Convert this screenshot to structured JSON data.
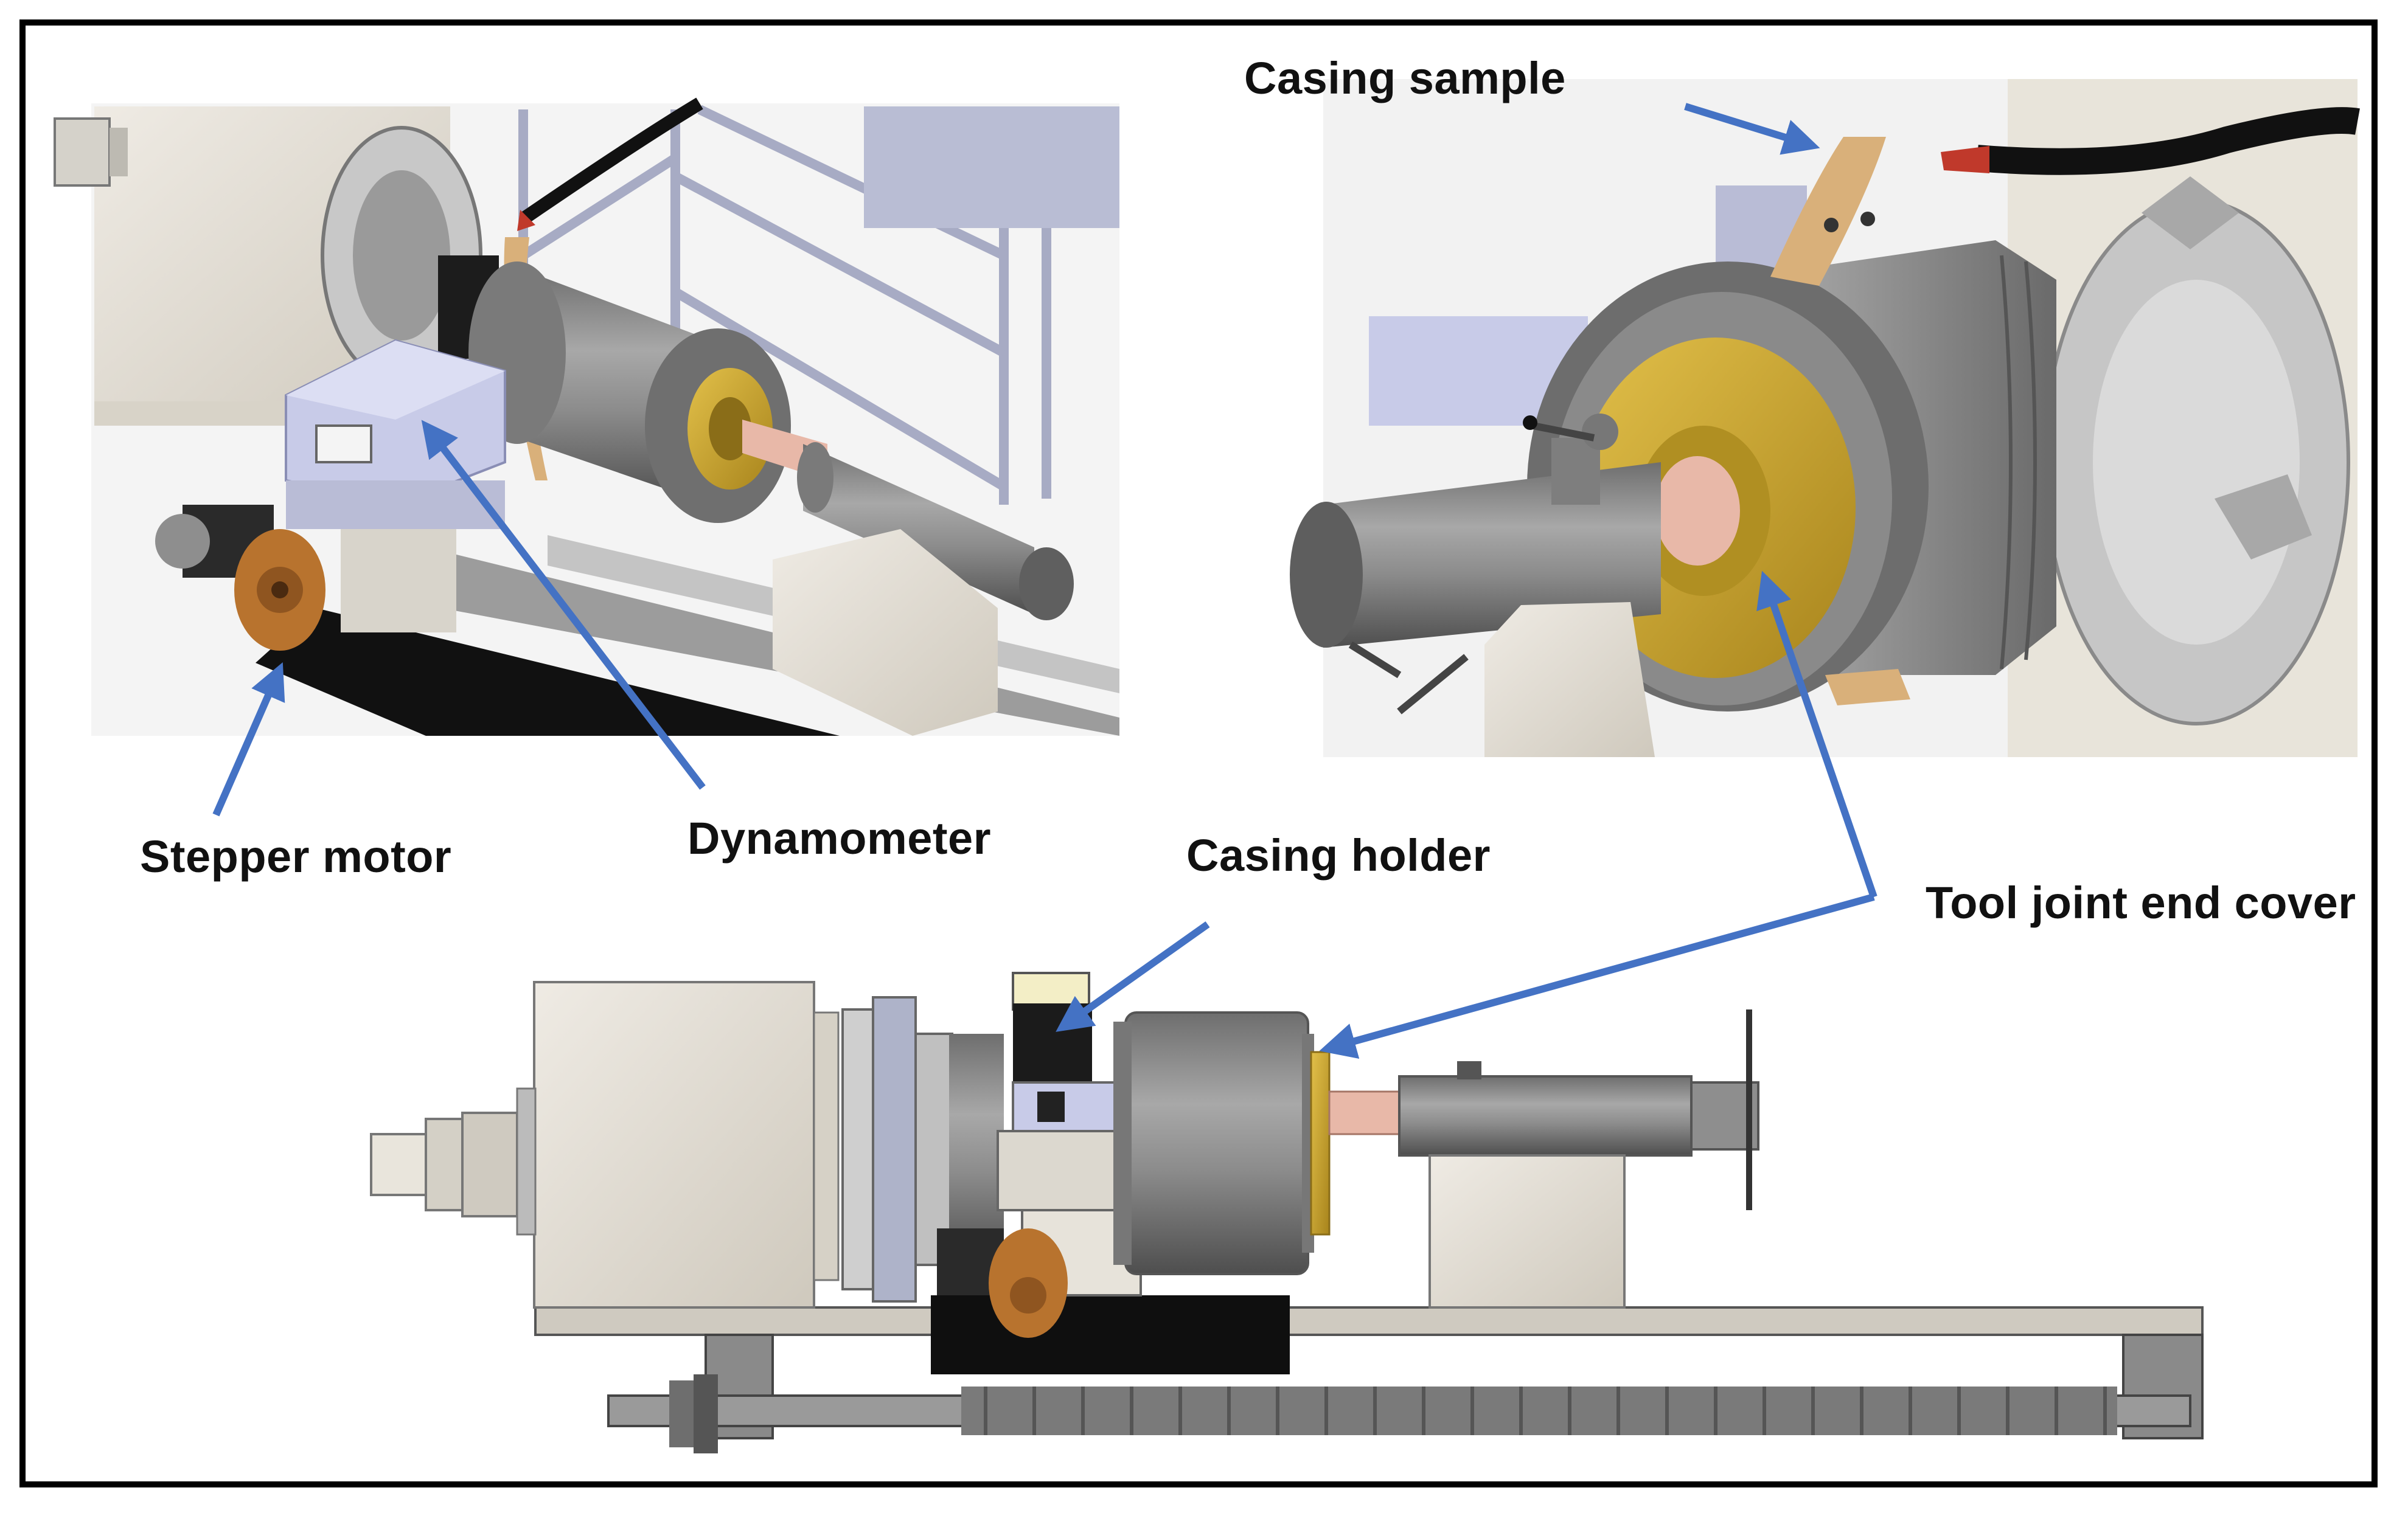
{
  "labels": {
    "casing_sample": "Casing sample",
    "stepper_motor": "Stepper motor",
    "dynamometer": "Dynamometer",
    "casing_holder": "Casing holder",
    "tool_joint_end_cover": "Tool joint end cover"
  },
  "colors": {
    "frame": "#000000",
    "arrow": "#4472C4",
    "steel": "#8a8a8a",
    "steel_light": "#c9c9c9",
    "beige": "#e6e1d8",
    "tan": "#d9b07a",
    "bronze": "#b8732e",
    "gold": "#c9a227",
    "pink_shaft": "#e8b8a8",
    "black": "#111111",
    "lavender": "#c8cbe8"
  }
}
